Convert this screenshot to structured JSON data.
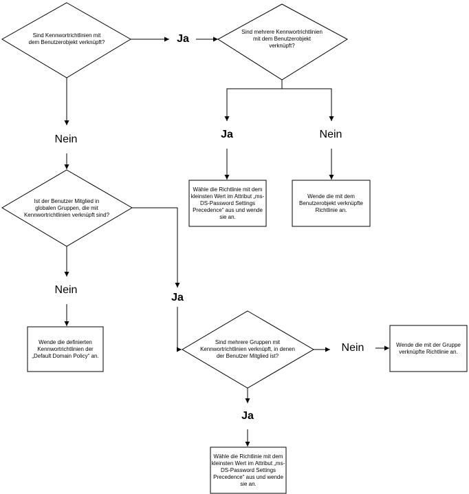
{
  "decisions": {
    "d1": "Sind Kennwortrichtlinien mit dem Benutzerobjekt verknüpft?",
    "d2": "Sind mehrere Kennwortrichtlinien mit dem Benutzerobjekt verknüpft?",
    "d3": "Ist der Benutzer Mitglied in globalen Gruppen, die mit Kennwortrichtlinien verknüpft sind?",
    "d4": "Sind mehrere Gruppen mit Kennwortrichtlinien verknüpft, in denen der Benutzer Mitglied ist?"
  },
  "actions": {
    "a1": "Wähle die Richtlinie mit dem kleinsten Wert im Attribut „ms-DS-Password Settings Precedence“ aus und wende sie an.",
    "a2": "Wende die mit dem Benutzerobjekt verknüpfte Richtlinie an.",
    "a3": "Wende die definierten Kennwortrichtlinien der „Default Domain Policy“ an.",
    "a4": "Wende die mit der Gruppe verknüpfte Richtlinie an.",
    "a5": "Wähle die Richtlinie mit dem kleinsten Wert im Attribut „ms-DS-Password Settings Precedence“ aus und wende sie an."
  },
  "labels": {
    "ja1": "Ja",
    "nein1": "Nein",
    "ja2": "Ja",
    "nein2": "Nein",
    "nein3": "Nein",
    "ja3": "Ja",
    "nein4": "Nein",
    "ja4": "Ja"
  }
}
